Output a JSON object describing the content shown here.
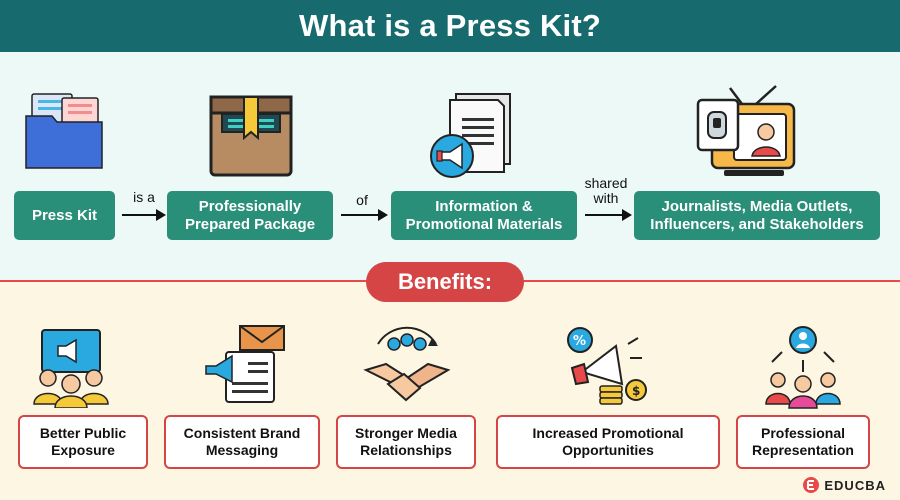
{
  "header": {
    "title": "What is a Press Kit?"
  },
  "flow": {
    "boxes": [
      {
        "label": "Press Kit"
      },
      {
        "label": "Professionally Prepared Package"
      },
      {
        "label": "Information & Promotional Materials"
      },
      {
        "label": "Journalists, Media Outlets, Influencers, and Stakeholders"
      }
    ],
    "connectors": [
      "is a",
      "of",
      "shared with"
    ]
  },
  "benefits": {
    "title": "Benefits:",
    "items": [
      {
        "label": "Better Public Exposure"
      },
      {
        "label": "Consistent Brand Messaging"
      },
      {
        "label": "Stronger Media Relationships"
      },
      {
        "label": "Increased Promotional Opportunities"
      },
      {
        "label": "Professional Representation"
      }
    ]
  },
  "icons": {
    "top": [
      "folder-icon",
      "package-box-icon",
      "documents-megaphone-icon",
      "media-tv-icon"
    ],
    "bottom": [
      "audience-presentation-icon",
      "brand-message-icon",
      "handshake-icon",
      "promotion-megaphone-icon",
      "professional-network-icon"
    ]
  },
  "colors": {
    "header": "#176b6e",
    "flow_box": "#2a8f78",
    "accent_red": "#d64545",
    "top_bg": "#edf9f7",
    "bottom_bg": "#fdf6e3"
  },
  "brand": {
    "name": "EDUCBA"
  }
}
